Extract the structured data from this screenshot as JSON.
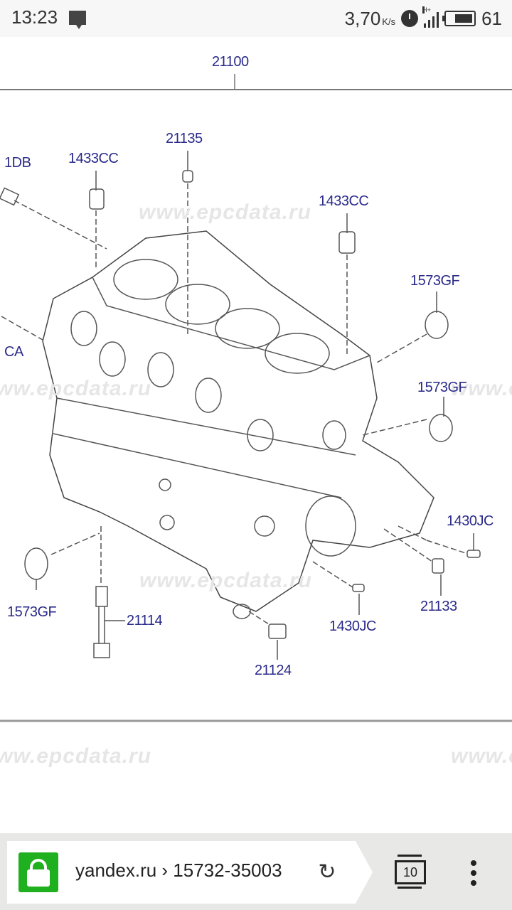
{
  "status_bar": {
    "time": "13:23",
    "notification_icon": "message-icon",
    "network_speed": "3,70",
    "network_speed_unit": "K/s",
    "alarm_icon": "alarm-icon",
    "network_type": "H+",
    "signal_icon": "signal-icon",
    "battery_icon": "battery-icon",
    "battery_level": "61"
  },
  "diagram": {
    "title_part": "21100",
    "watermark": "www.epcdata.ru",
    "labels": [
      {
        "id": "top",
        "text": "21100"
      },
      {
        "id": "l1",
        "text": "1DB"
      },
      {
        "id": "l2",
        "text": "1433CC"
      },
      {
        "id": "l3",
        "text": "21135"
      },
      {
        "id": "l4",
        "text": "1433CC"
      },
      {
        "id": "l5",
        "text": "1573GF"
      },
      {
        "id": "l6",
        "text": "CA"
      },
      {
        "id": "l7",
        "text": "1573GF"
      },
      {
        "id": "l8",
        "text": "1430JC"
      },
      {
        "id": "l9",
        "text": "1573GF"
      },
      {
        "id": "l10",
        "text": "21114"
      },
      {
        "id": "l11",
        "text": "21133"
      },
      {
        "id": "l12",
        "text": "1430JC"
      },
      {
        "id": "l13",
        "text": "21124"
      }
    ]
  },
  "browser_bar": {
    "lock_icon": "lock-icon",
    "url": "yandex.ru › 15732-35003",
    "reload_icon": "reload-icon",
    "tab_count": "10",
    "menu_icon": "more-vert-icon"
  }
}
